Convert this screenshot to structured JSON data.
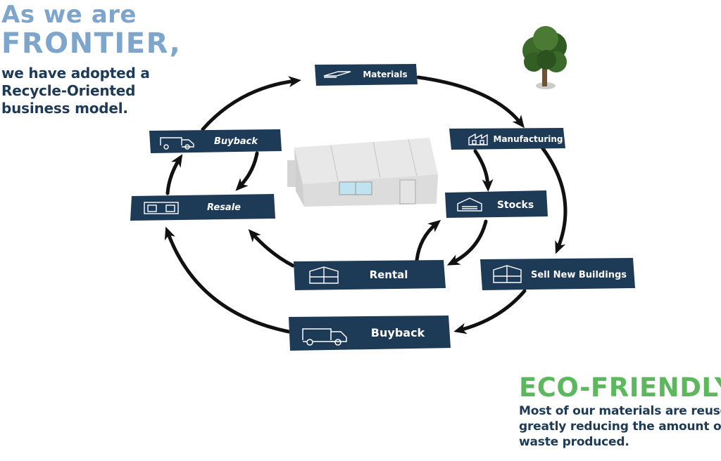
{
  "heading": {
    "line1": "As we are",
    "line2": "FRONTIER,"
  },
  "intro": [
    "we have adopted a",
    "Recycle-Oriented",
    "business model."
  ],
  "eco": {
    "title": "ECO-FRIENDLY",
    "lines": [
      "Most of our materials are reused,",
      "greatly reducing the amount of",
      "waste produced."
    ]
  },
  "boxes": {
    "materials": "Materials",
    "manufacturing": "Manufacturing",
    "stocks": "Stocks",
    "sell_new": "Sell New Buildings",
    "rental": "Rental",
    "buyback_bottom": "Buyback",
    "resale": "Resale",
    "buyback_top": "Buyback"
  },
  "colors": {
    "box": "#1d3a56",
    "heading": "#7ea6cc",
    "eco": "#5cb85c",
    "arrow": "#111111"
  },
  "icons": {
    "materials": "panel-stack-icon",
    "manufacturing": "factory-icon",
    "stocks": "warehouse-icon",
    "sell_new": "building-icon",
    "rental": "building-icon",
    "buyback": "truck-icon",
    "resale": "container-icon"
  }
}
